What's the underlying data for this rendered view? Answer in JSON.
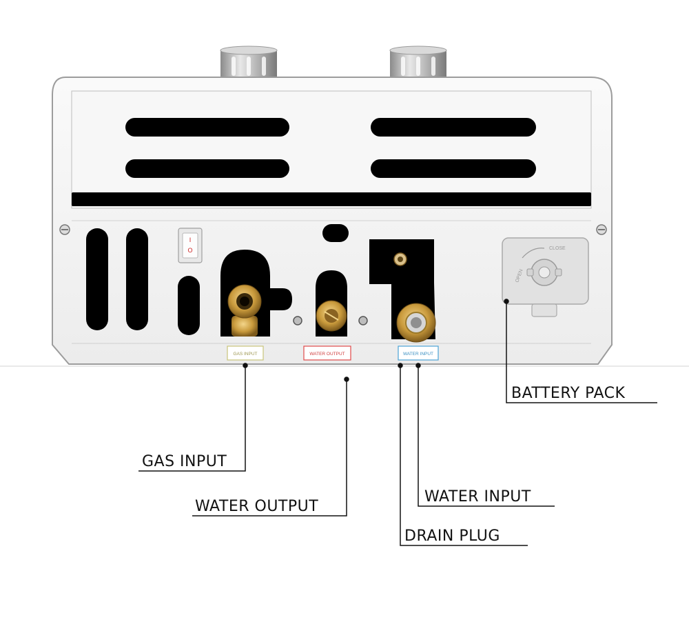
{
  "colors": {
    "body": "#f3f3f3",
    "vent": "#000000",
    "brass": "#c99a3c",
    "gas_tag": "#c9c47a",
    "water_output_tag": "#e04848",
    "water_input_tag": "#4ba3d6",
    "leader_line": "#111111"
  },
  "unit": {
    "switch_symbols": [
      "I",
      "O"
    ],
    "tags": {
      "gas_input": "GAS INPUT",
      "water_output": "WATER OUTPUT",
      "water_input": "WATER INPUT"
    },
    "battery_cover": {
      "close": "CLOSE",
      "open": "OPEN"
    }
  },
  "callouts": {
    "battery_pack": "BATTERY PACK",
    "gas_input": "GAS INPUT",
    "water_output": "WATER OUTPUT",
    "water_input": "WATER INPUT",
    "drain_plug": "DRAIN PLUG"
  }
}
